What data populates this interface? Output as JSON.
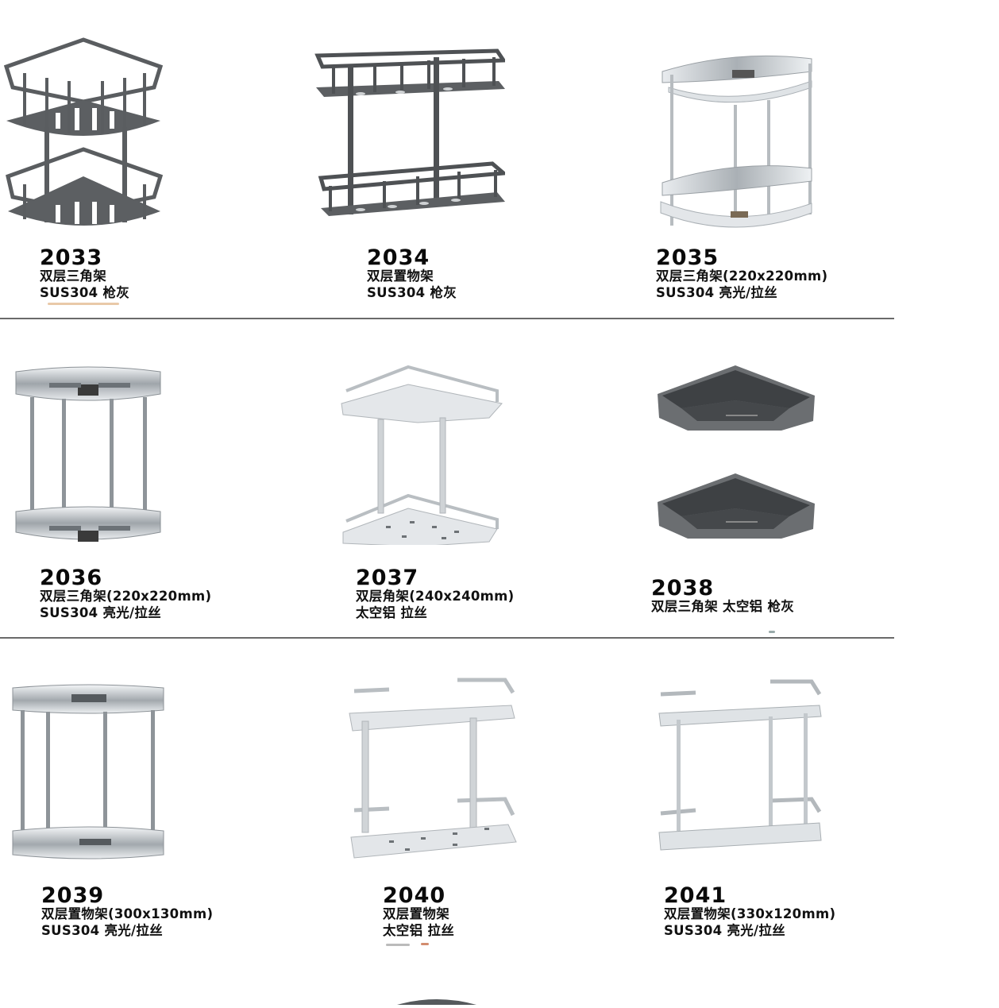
{
  "catalog": {
    "rows": [
      {
        "items": [
          {
            "model": "2033",
            "description": "双层三角架",
            "material": "SUS304 枪灰",
            "finish": "gunmetal",
            "shape": "corner-wire"
          },
          {
            "model": "2034",
            "description": "双层置物架",
            "material": "SUS304 枪灰",
            "finish": "gunmetal",
            "shape": "rect-wire"
          },
          {
            "model": "2035",
            "description": "双层三角架(220x220mm)",
            "material": "SUS304 亮光/拉丝",
            "finish": "chrome",
            "shape": "corner-chrome"
          }
        ]
      },
      {
        "items": [
          {
            "model": "2036",
            "description": "双层三角架(220x220mm)",
            "material": "SUS304 亮光/拉丝",
            "finish": "chrome",
            "shape": "corner-round-chrome"
          },
          {
            "model": "2037",
            "description": "双层角架(240x240mm)",
            "material": "太空铝 拉丝",
            "finish": "aluminum",
            "shape": "corner-aluminum"
          },
          {
            "model": "2038",
            "description": "双层三角架  太空铝 枪灰",
            "material": "",
            "finish": "gunmetal",
            "shape": "corner-tray"
          }
        ]
      },
      {
        "items": [
          {
            "model": "2039",
            "description": "双层置物架(300x130mm)",
            "material": "SUS304 亮光/拉丝",
            "finish": "chrome",
            "shape": "rect-chrome"
          },
          {
            "model": "2040",
            "description": "双层置物架",
            "material": "太空铝 拉丝",
            "finish": "aluminum",
            "shape": "rect-aluminum"
          },
          {
            "model": "2041",
            "description": "双层置物架(330x120mm)",
            "material": "SUS304 亮光/拉丝",
            "finish": "chrome",
            "shape": "rect-chrome-glass"
          }
        ]
      }
    ]
  },
  "colors": {
    "gunmetal": "#5c5f62",
    "gunmetal_dark": "#3d4043",
    "chrome": "#c9ced3",
    "aluminum": "#d7dbde",
    "divider": "#6a6a6a"
  }
}
